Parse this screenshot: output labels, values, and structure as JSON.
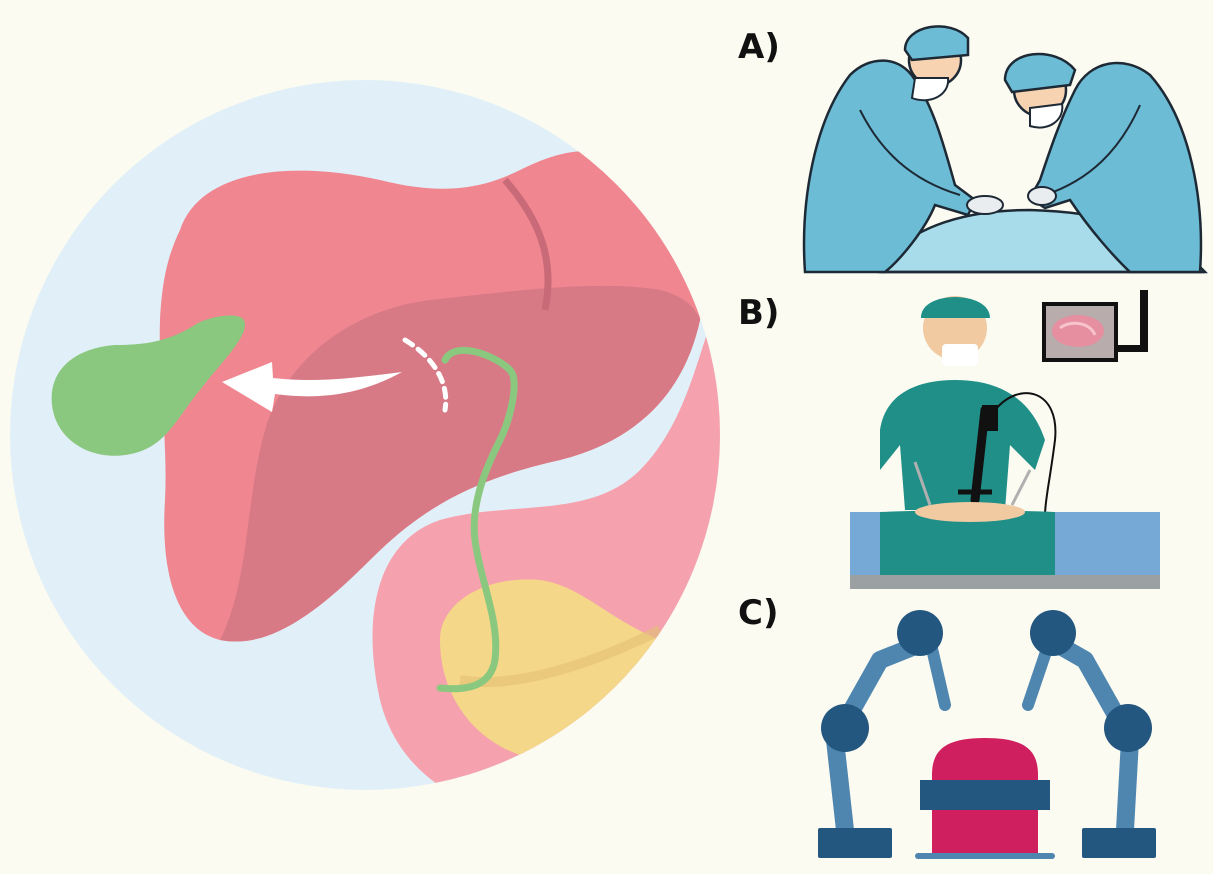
{
  "panels": [
    {
      "label": "A)"
    },
    {
      "label": "B)"
    },
    {
      "label": "C)"
    }
  ],
  "colors": {
    "background": "#fbfbf1",
    "circle": "#e1f0f8",
    "liver": "#f08690",
    "liver_shade": "#d87a86",
    "gallbladder": "#8bc87f",
    "duct": "#8bc87f",
    "duodenum": "#f5a2ae",
    "pancreas": "#f5d789",
    "scrubs_open": "#6cbcd6",
    "scrubs_laparo": "#1f8f88",
    "robot_arm": "#4f86b0",
    "robot_joint": "#24577f",
    "robot_body": "#cf1f5e"
  },
  "icons": [
    "gallbladder-icon",
    "liver-icon",
    "arrow-icon",
    "surgeons-icon",
    "laparoscopy-icon",
    "monitor-icon",
    "robot-icon"
  ]
}
